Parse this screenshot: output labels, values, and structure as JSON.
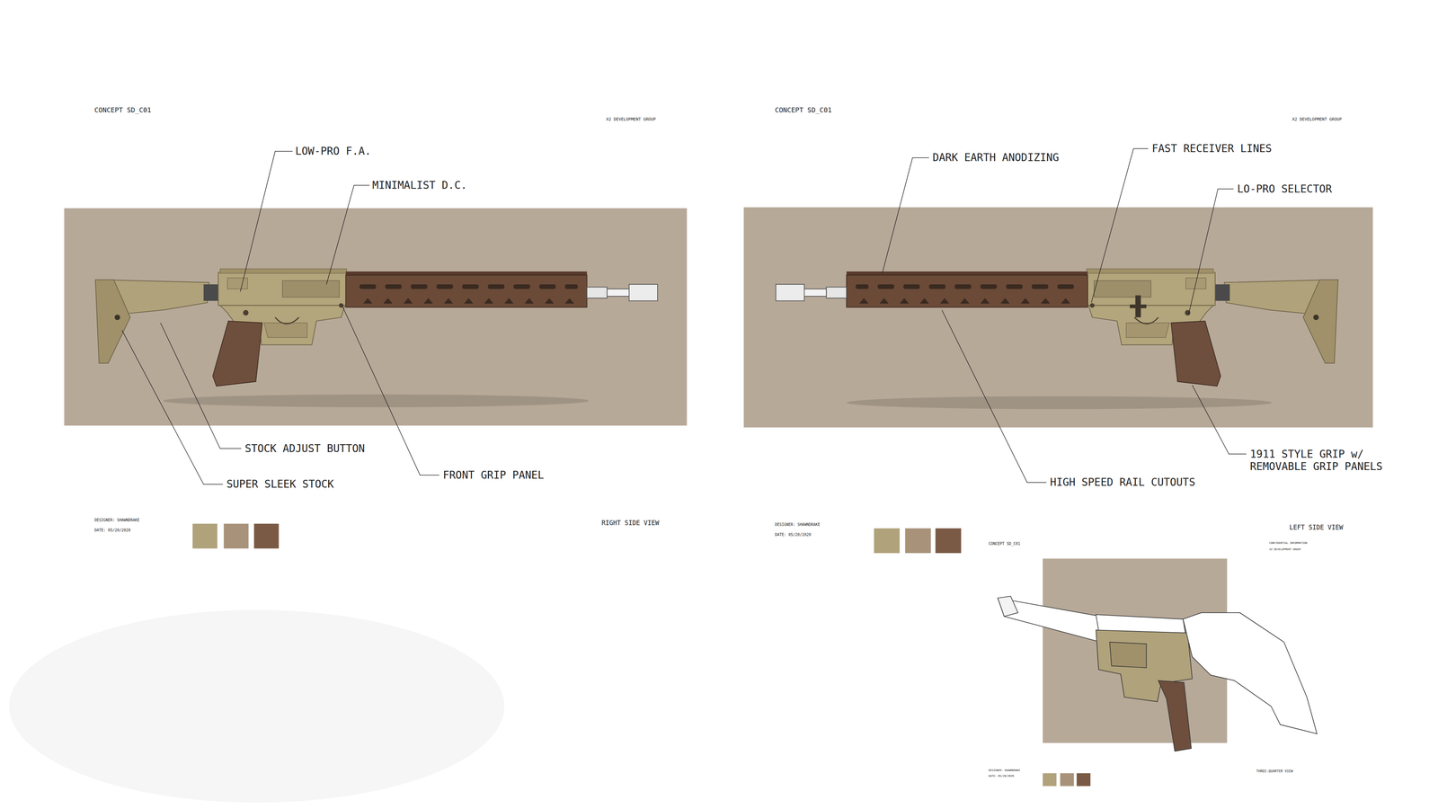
{
  "diagram": {
    "labels": [
      "CONCEPT SD_C01",
      "X2 DEVELOPMENT GROUP",
      "LOW-PRO F.A.",
      "MINIMALIST D.C.",
      "STOCK ADJUST BUTTON",
      "SUPER SLEEK STOCK",
      "FRONT GRIP PANEL",
      "DESIGNER: SHAWNDRAKE",
      "DATE: 05/20/2020",
      "RIGHT SIDE VIEW",
      "CONCEPT SD_C01",
      "X2 DEVELOPMENT GROUP",
      "DARK EARTH ANODIZING",
      "FAST RECEIVER LINES",
      "LO-PRO SELECTOR",
      "HIGH SPEED RAIL CUTOUTS",
      "1911 STYLE GRIP w/ REMOVABLE GRIP PANELS",
      "DESIGNER: SHAWNDRAKE",
      "DATE: 05/20/2020",
      "LEFT SIDE VIEW",
      "CONCEPT SD_C01",
      "CONFIDENTIAL INFORMATION",
      "X2 DEVELOPMENT GROUP",
      "DESIGNER: SHAWNDRAKE",
      "DATE: 05/20/2020",
      "THREE-QUARTER VIEW"
    ]
  }
}
